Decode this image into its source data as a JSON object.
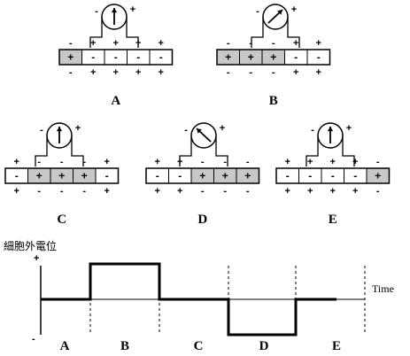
{
  "panels": [
    {
      "label": "A",
      "cells": [
        "+",
        "-",
        "-",
        "-",
        "-"
      ],
      "shaded": [
        0
      ],
      "top": [
        "-",
        "+",
        "+",
        "+",
        "+"
      ],
      "bottom": [
        "-",
        "+",
        "+",
        "+",
        "+"
      ],
      "meter": "up",
      "leads": [
        "-",
        "+"
      ]
    },
    {
      "label": "B",
      "cells": [
        "+",
        "+",
        "+",
        "-",
        "-"
      ],
      "shaded": [
        0,
        1,
        2
      ],
      "top": [
        "-",
        "-",
        "-",
        "+",
        "+"
      ],
      "bottom": [
        "-",
        "-",
        "-",
        "+",
        "+"
      ],
      "meter": "right",
      "leads": [
        "-",
        "+"
      ]
    },
    {
      "label": "C",
      "cells": [
        "-",
        "+",
        "+",
        "+",
        "-"
      ],
      "shaded": [
        1,
        2,
        3
      ],
      "top": [
        "+",
        "-",
        "-",
        "-",
        "+"
      ],
      "bottom": [
        "+",
        "-",
        "-",
        "-",
        "+"
      ],
      "meter": "up",
      "leads": [
        "-",
        "+"
      ]
    },
    {
      "label": "D",
      "cells": [
        "-",
        "-",
        "+",
        "+",
        "+"
      ],
      "shaded": [
        2,
        3,
        4
      ],
      "top": [
        "+",
        "+",
        "-",
        "-",
        "-"
      ],
      "bottom": [
        "+",
        "+",
        "-",
        "-",
        "-"
      ],
      "meter": "left",
      "leads": [
        "-",
        "+"
      ]
    },
    {
      "label": "E",
      "cells": [
        "-",
        "-",
        "-",
        "-",
        "+"
      ],
      "shaded": [
        4
      ],
      "top": [
        "+",
        "+",
        "+",
        "+",
        "-"
      ],
      "bottom": [
        "+",
        "+",
        "+",
        "+",
        "-"
      ],
      "meter": "up",
      "leads": [
        "-",
        "+"
      ]
    }
  ],
  "graph": {
    "ylabel": "細胞外電位",
    "plus": "+",
    "minus": "-",
    "xlabel": "Time",
    "segments": [
      "A",
      "B",
      "C",
      "D",
      "E"
    ]
  },
  "colors": {
    "shade": "#c8c8c8",
    "line": "#000000"
  }
}
